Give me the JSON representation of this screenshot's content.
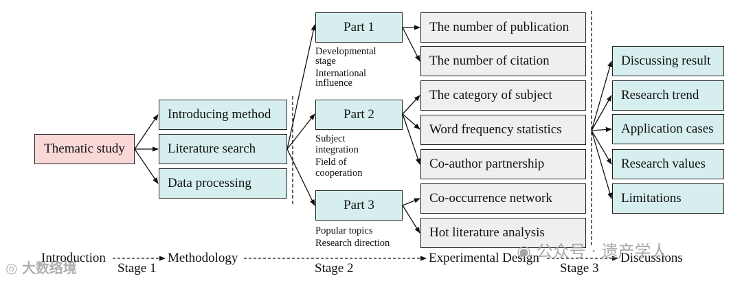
{
  "start": {
    "label": "Thematic study"
  },
  "methods": [
    "Introducing method",
    "Literature search",
    "Data processing"
  ],
  "parts": [
    {
      "label": "Part 1",
      "note_lines": [
        "Developmental",
        "stage",
        "International",
        "influence"
      ]
    },
    {
      "label": "Part 2",
      "note_lines": [
        "Subject",
        "integration",
        "Field of",
        "cooperation"
      ]
    },
    {
      "label": "Part 3",
      "note_lines": [
        "Popular topics",
        "Research direction"
      ]
    }
  ],
  "analyses": [
    "The number of publication",
    "The number of citation",
    "The category of subject",
    "Word frequency statistics",
    "Co-author partnership",
    "Co-occurrence network",
    "Hot literature analysis"
  ],
  "discussions": [
    "Discussing result",
    "Research trend",
    "Application cases",
    "Research values",
    "Limitations"
  ],
  "timeline": {
    "labels": [
      "Introduction",
      "Methodology",
      "Experimental Design",
      "Discussions"
    ],
    "stages": [
      "Stage 1",
      "Stage 2",
      "Stage 3"
    ]
  },
  "watermark": {
    "left": "大数络境",
    "right": "公众号 · 遗产学人"
  },
  "colors": {
    "start": "#fbd8d8",
    "method": "#d6eeee",
    "analysis": "#efefef",
    "line": "#111111"
  }
}
